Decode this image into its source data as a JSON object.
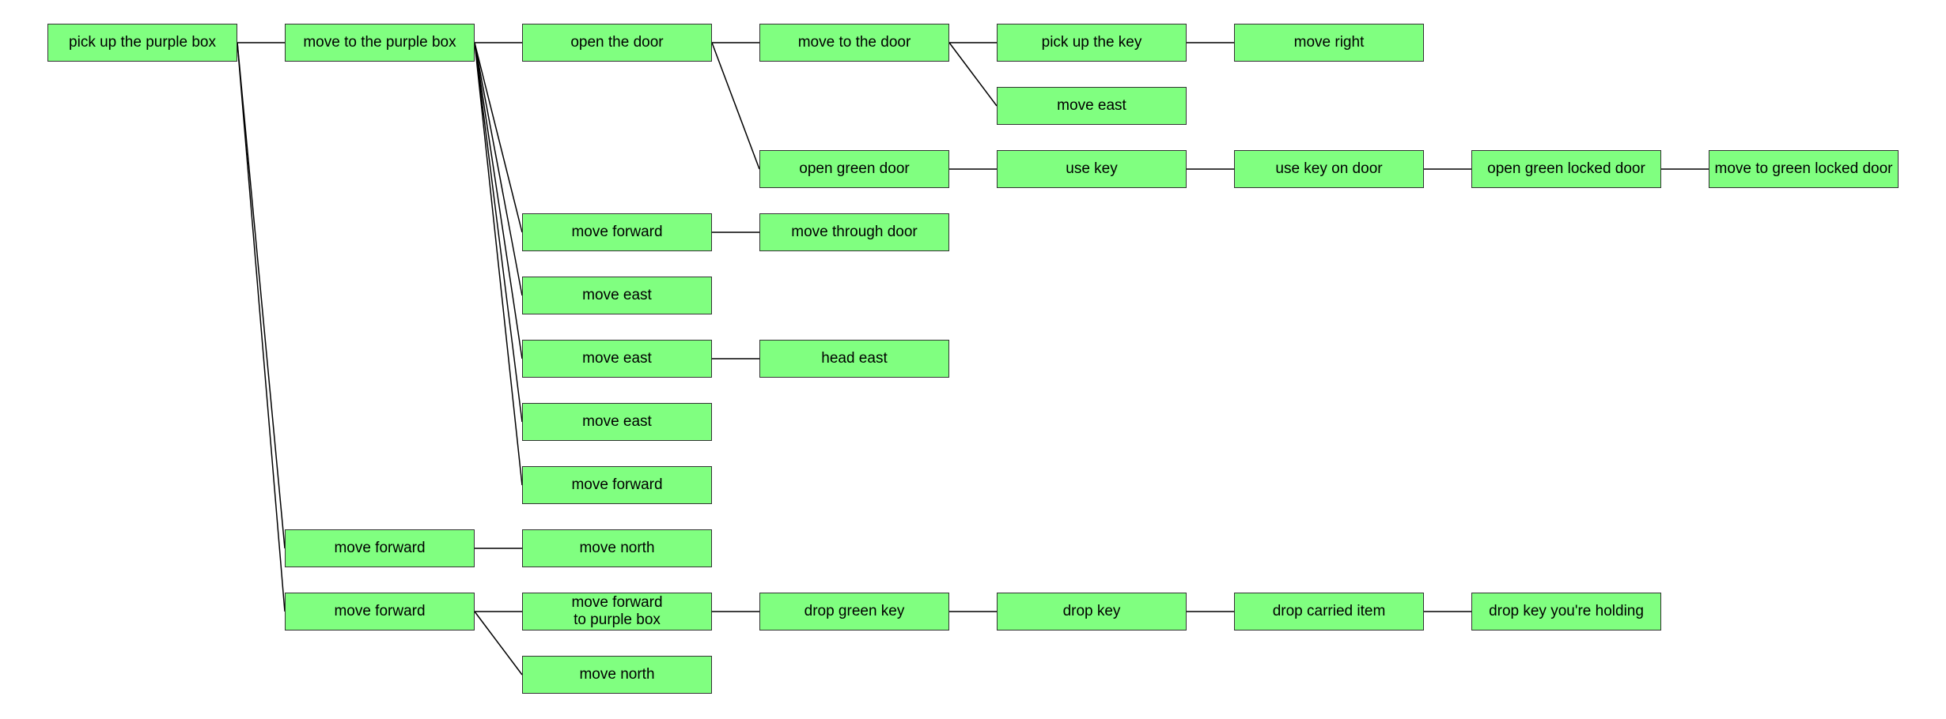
{
  "diagram": {
    "node_fill": "#80ff80",
    "edge_color": "#000000",
    "nodes": [
      {
        "id": "n0",
        "label": "pick up the purple box"
      },
      {
        "id": "n1",
        "label": "move to the purple box"
      },
      {
        "id": "n2",
        "label": "move forward"
      },
      {
        "id": "n3",
        "label": "move forward"
      },
      {
        "id": "n4",
        "label": "open the door"
      },
      {
        "id": "n5",
        "label": "move forward"
      },
      {
        "id": "n6",
        "label": "move east"
      },
      {
        "id": "n7",
        "label": "move east"
      },
      {
        "id": "n8",
        "label": "move east"
      },
      {
        "id": "n9",
        "label": "move forward"
      },
      {
        "id": "n10",
        "label": "move north"
      },
      {
        "id": "n11",
        "label": "move forward\nto purple box"
      },
      {
        "id": "n12",
        "label": "move north"
      },
      {
        "id": "n13",
        "label": "move to the door"
      },
      {
        "id": "n14",
        "label": "open green door"
      },
      {
        "id": "n15",
        "label": "move through door"
      },
      {
        "id": "n16",
        "label": "head east"
      },
      {
        "id": "n17",
        "label": "drop green key"
      },
      {
        "id": "n18",
        "label": "pick up the key"
      },
      {
        "id": "n19",
        "label": "move east"
      },
      {
        "id": "n20",
        "label": "use key"
      },
      {
        "id": "n21",
        "label": "drop key"
      },
      {
        "id": "n22",
        "label": "move right"
      },
      {
        "id": "n23",
        "label": "use key on door"
      },
      {
        "id": "n24",
        "label": "drop carried item"
      },
      {
        "id": "n25",
        "label": "open green locked door"
      },
      {
        "id": "n26",
        "label": "drop key you're holding"
      },
      {
        "id": "n27",
        "label": "move to green locked door"
      }
    ],
    "edges": [
      [
        "n0",
        "n1"
      ],
      [
        "n0",
        "n2"
      ],
      [
        "n0",
        "n3"
      ],
      [
        "n1",
        "n4"
      ],
      [
        "n1",
        "n5"
      ],
      [
        "n1",
        "n6"
      ],
      [
        "n1",
        "n7"
      ],
      [
        "n1",
        "n8"
      ],
      [
        "n1",
        "n9"
      ],
      [
        "n2",
        "n10"
      ],
      [
        "n3",
        "n11"
      ],
      [
        "n3",
        "n12"
      ],
      [
        "n4",
        "n13"
      ],
      [
        "n4",
        "n14"
      ],
      [
        "n5",
        "n15"
      ],
      [
        "n7",
        "n16"
      ],
      [
        "n11",
        "n17"
      ],
      [
        "n13",
        "n18"
      ],
      [
        "n13",
        "n19"
      ],
      [
        "n14",
        "n20"
      ],
      [
        "n17",
        "n21"
      ],
      [
        "n18",
        "n22"
      ],
      [
        "n20",
        "n23"
      ],
      [
        "n21",
        "n24"
      ],
      [
        "n23",
        "n25"
      ],
      [
        "n24",
        "n26"
      ],
      [
        "n25",
        "n27"
      ]
    ]
  }
}
